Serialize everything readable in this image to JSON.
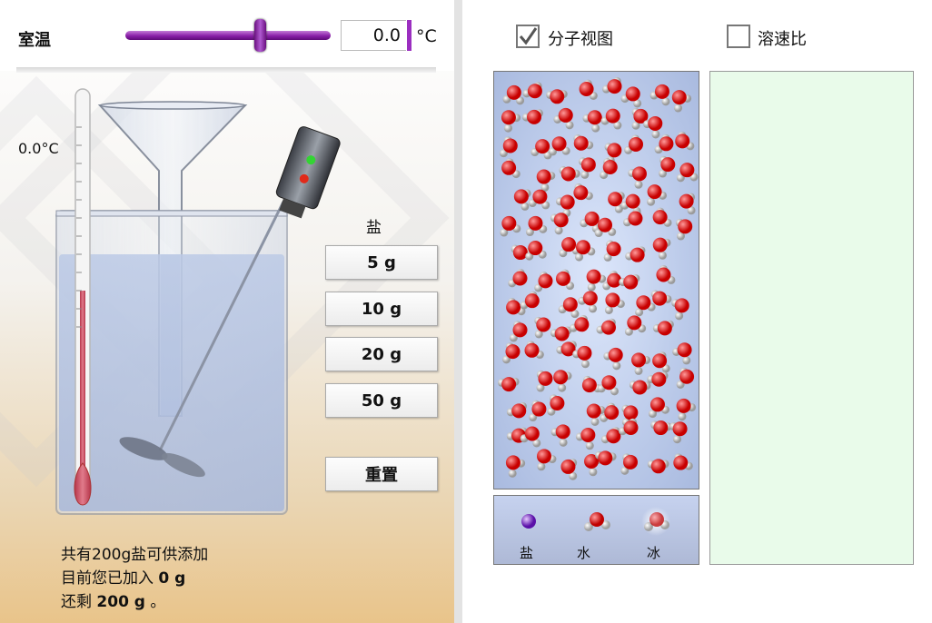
{
  "controls": {
    "room_temp_label": "室温",
    "temp_value": "0.0",
    "temp_unit": "°C",
    "slider_level": 0.66
  },
  "thermometer": {
    "readout": "0.0°C"
  },
  "salt_panel": {
    "label": "盐",
    "buttons": [
      "5 g",
      "10 g",
      "20 g",
      "50 g"
    ],
    "reset_label": "重置"
  },
  "info": {
    "line1": "共有200g盐可供添加",
    "line2_prefix": "目前您已加入 ",
    "line2_value": "0 g",
    "line3_prefix": "还剩 ",
    "line3_value": "200 g",
    "line3_suffix": " 。"
  },
  "view_options": {
    "molecular_view_label": "分子视图",
    "molecular_view_checked": true,
    "dissolution_rate_label": "溶速比",
    "dissolution_rate_checked": false
  },
  "legend": {
    "salt": "盐",
    "water": "水",
    "ice": "冰"
  },
  "colors": {
    "accent_purple": "#8a1fa8",
    "water_oxygen": "#e01010",
    "rate_background": "#e9fbea"
  },
  "icons": {
    "checkbox_checked": "checkmark-icon",
    "stirrer_motor": "motor-icon"
  }
}
